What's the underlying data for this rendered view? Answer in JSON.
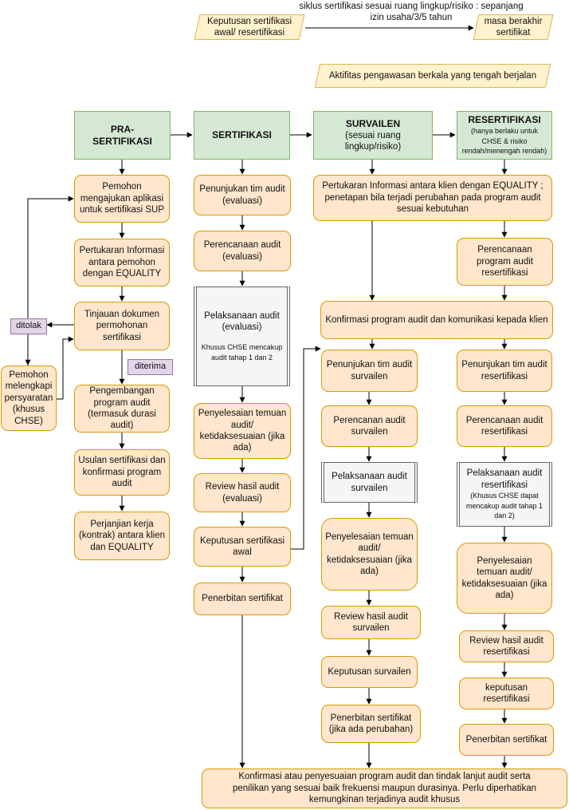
{
  "top": {
    "start": "Keputusan sertifikasi awal/ resertifikasi",
    "cycle_label": "siklus sertifikasi sesuai ruang lingkup/risiko : sepanjang izin usaha/3/5 tahun",
    "end": "masa berakhir sertifikat",
    "note": "Aktifitas pengawasan berkala yang tengah berjalan"
  },
  "headers": {
    "pra": "PRA-\nSERTIFIKASI",
    "sertifikasi": "SERTIFIKASI",
    "survailen": "SURVAILEN",
    "survailen_sub": "(sesuai ruang lingkup/risiko)",
    "resertifikasi": "RESERTIFIKASI",
    "resertifikasi_sub": "(hanya berlaku untuk CHSE & risiko rendah/menengah rendah)"
  },
  "pra": {
    "s1": "Pemohon mengajukan aplikasi untuk sertifikasi SUP",
    "s2": "Pertukaran Informasi antara pemohon dengan EQUALITY",
    "s3": "Tinjauan dokumen permohonan sertifikasi",
    "s4": "Pengembangan program audit (termasuk durasi audit)",
    "s5": "Usulan sertifikasi dan konfirmasi program audit",
    "s6": "Perjanjian kerja (kontrak) antara klien dan EQUALITY",
    "ditolak": "ditolak",
    "diterima": "diterima",
    "pemohon": "Pemohon melengkapi persyaratan (khusus CHSE)"
  },
  "sert": {
    "s1": "Penunjukan tim audit (evaluasi)",
    "s2": "Perencanaan audit (evaluasi)",
    "s3": "Pelaksanaan audit (evaluasi)",
    "s3_note": "Khusus CHSE mencakup audit tahap 1 dan 2",
    "s4": "Penyelesaian temuan audit/ ketidaksesuaian (jika ada)",
    "s5": "Review hasil audit (evaluasi)",
    "s6": "Keputusan sertifikasi awal",
    "s7": "Penerbitan sertifikat"
  },
  "shared": {
    "exchange": "Pertukaran Informasi antara klien dengan EQUALITY ; penetapan bila terjadi perubahan pada program audit sesuai kebutuhan",
    "confirm": "Konfirmasi program audit dan komunikasi kepada klien",
    "final": "Konfirmasi atau penyesuaian program audit dan tindak lanjut audit serta penilikan yang sesuai baik frekuensi maupun durasinya. Perlu diperhatikan kemungkinan terjadinya audit khusus"
  },
  "surv": {
    "s1": "Penunjukan tim audit survailen",
    "s2": "Perencanan audit survailen",
    "s3": "Pelaksanaan audit survailen",
    "s4": "Penyelesaian temuan audit/ ketidaksesuaian (jika ada)",
    "s5": "Review hasil audit survailen",
    "s6": "Keputusan survailen",
    "s7": "Penerbitan sertifikat (jika ada perubahan)"
  },
  "resert": {
    "plan": "Perencanaan program audit resertifikasi",
    "s1": "Penunjukan tim audit resertifikasi",
    "s2": "Perencanaan audit resertifikasi",
    "s3": "Pelaksanaan audit resertifikasi",
    "s3_note": "(Khusus CHSE dapat mencakup audit tahap 1 dan 2)",
    "s4": "Penyelesaian temuan audit/ ketidaksesuaian (jika ada)",
    "s5": "Review hasil audit resertifikasi",
    "s6": "keputusan resertifikasi",
    "s7": "Penerbitan sertifikat"
  }
}
